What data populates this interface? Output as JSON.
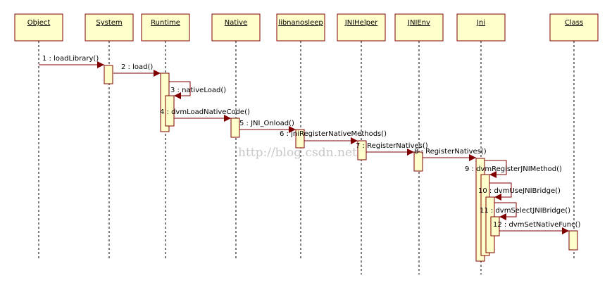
{
  "colors": {
    "box_fill": "#ffffcc",
    "box_stroke": "#800000",
    "arrow": "#800000",
    "lifeline": "#000000"
  },
  "watermark": "http://blog.csdn.net/",
  "lifelines": [
    {
      "name": "Object"
    },
    {
      "name": "System"
    },
    {
      "name": "Runtime"
    },
    {
      "name": "Native"
    },
    {
      "name": "libnanosleep"
    },
    {
      "name": "JNIHelper"
    },
    {
      "name": "JNIEnv"
    },
    {
      "name": "Jni"
    },
    {
      "name": "Class"
    }
  ],
  "messages": [
    {
      "label": "1 : loadLibrary()",
      "from": "Object",
      "to": "System"
    },
    {
      "label": "2 : load()",
      "from": "System",
      "to": "Runtime"
    },
    {
      "label": "3 : nativeLoad()",
      "from": "Runtime",
      "to": "Runtime"
    },
    {
      "label": "4 : dvmLoadNativeCode()",
      "from": "Runtime",
      "to": "Native"
    },
    {
      "label": "5 : JNI_Onload()",
      "from": "Native",
      "to": "libnanosleep"
    },
    {
      "label": "6 : jniRegisterNativeMethods()",
      "from": "libnanosleep",
      "to": "JNIHelper"
    },
    {
      "label": "7 : RegisterNatives()",
      "from": "JNIHelper",
      "to": "JNIEnv"
    },
    {
      "label": "8 : RegisterNatives()",
      "from": "JNIEnv",
      "to": "Jni"
    },
    {
      "label": "9 : dvmRegisterJNIMethod()",
      "from": "Jni",
      "to": "Jni"
    },
    {
      "label": "10 : dvmUseJNIBridge()",
      "from": "Jni",
      "to": "Jni"
    },
    {
      "label": "11 : dvmSelectJNIBridge()",
      "from": "Jni",
      "to": "Jni"
    },
    {
      "label": "12 : dvmSetNativeFunc()",
      "from": "Jni",
      "to": "Class"
    }
  ]
}
